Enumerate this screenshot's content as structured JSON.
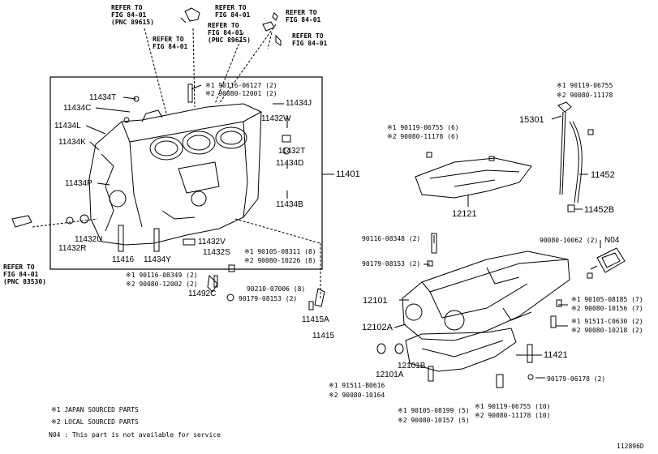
{
  "refs": {
    "ref1": [
      "REFER TO",
      "FIG 84-01",
      "(PNC 89615)"
    ],
    "ref2": [
      "REFER TO",
      "FIG 84-01"
    ],
    "ref3": [
      "REFER TO",
      "FIG 84-01"
    ],
    "ref4": [
      "REFER TO",
      "FIG 84-01",
      "(PNC 89615)"
    ],
    "ref5": [
      "REFER TO",
      "FIG 84-01"
    ],
    "ref6": [
      "REFER TO",
      "FIG 84-01"
    ],
    "ref7": [
      "REFER TO",
      "FIG 84-01",
      "(PNC 83530)"
    ]
  },
  "parts": {
    "p11434T": "11434T",
    "p11434C": "11434C",
    "p11434L": "11434L",
    "p11434K": "11434K",
    "p11434P": "11434P",
    "p11432U": "11432U",
    "p11432R": "11432R",
    "p11416": "11416",
    "p11434Y": "11434Y",
    "p11432V": "11432V",
    "p11432S": "11432S",
    "p11492C": "11492C",
    "p11434J": "11434J",
    "p11432W": "11432W",
    "p11432T": "11432T",
    "p11434D": "11434D",
    "p11434B": "11434B",
    "p11401": "11401",
    "p11415A": "11415A",
    "p11415": "11415",
    "p15301": "15301",
    "p11452": "11452",
    "p11452B": "11452B",
    "p12121": "12121",
    "p12101": "12101",
    "p12102A": "12102A",
    "p12101B": "12101B",
    "p12101A": "12101A",
    "p11421": "11421",
    "pN04": "N04"
  },
  "specs": {
    "s_top1": "※1 90116-06127 (2)",
    "s_top2": "※2 90080-12001 (2)",
    "s_pan_a1": "※1 90119-06755 (6)",
    "s_pan_a2": "※2 90080-11178 (6)",
    "s_dip1": "※1 90119-06755",
    "s_dip2": "※2 90080-11178",
    "s_8348": "90116-08348 (2)",
    "s_8153a": "90179-08153 (2)",
    "s_10062": "90080-10062 (2)",
    "s_8311": "※1 90105-08311 (8)",
    "s_10226": "※2 90080-10226 (8)",
    "s_8349": "※1 90116-08349 (2)",
    "s_12002": "※2 90080-12002 (2)",
    "s_7006": "90210-07006 (8)",
    "s_8153b": "90179-08153 (2)",
    "s_8185": "※1 90105-08185 (7)",
    "s_10156": "※2 90080-10156 (7)",
    "s_c0630": "※1 91511-C0630 (2)",
    "s_10218": "※2 90080-10218 (2)",
    "s_6178": "90179-06178 (2)",
    "s_b0616": "※1 91511-B0616",
    "s_10164": "※2 90080-10164",
    "s_8199": "※1 90105-08199 (5)",
    "s_10157": "※2 90080-10157 (5)",
    "s_6755b": "※1 90119-06755 (10)",
    "s_11178b": "※2 90080-11178 (10)"
  },
  "legend": {
    "line1": "※1  JAPAN SOURCED PARTS",
    "line2": "※2  LOCAL SOURCED PARTS",
    "line3": "N04 : This part is not available for service"
  },
  "diagram_id": "112896D"
}
